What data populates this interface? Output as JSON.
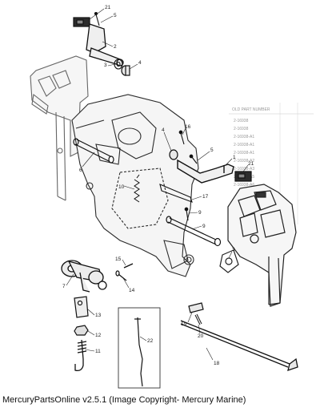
{
  "diagram": {
    "callouts": [
      "21",
      "5",
      "2",
      "3",
      "4",
      "4",
      "16",
      "5",
      "1",
      "21",
      "6",
      "10",
      "17",
      "9",
      "9",
      "15",
      "7",
      "14",
      "13",
      "12",
      "11",
      "22",
      "19",
      "20",
      "18",
      "3"
    ],
    "background_table": {
      "header": "OLD PART NUMBER",
      "rows": [
        "2-16938",
        "2-16938",
        "2-16938-A1",
        "2-16938-A1",
        "2-16938-A1",
        "2-16938-A2",
        "2-16938-A3",
        "2-16938-A5",
        "2-16938-A6"
      ]
    }
  },
  "footer": {
    "copyright": "MercuryPartsOnline v2.5.1 (Image Copyright- Mercury Marine)"
  },
  "colors": {
    "ink": "#1a1a1a",
    "ghost": "#9a9a9a",
    "background": "#ffffff"
  }
}
